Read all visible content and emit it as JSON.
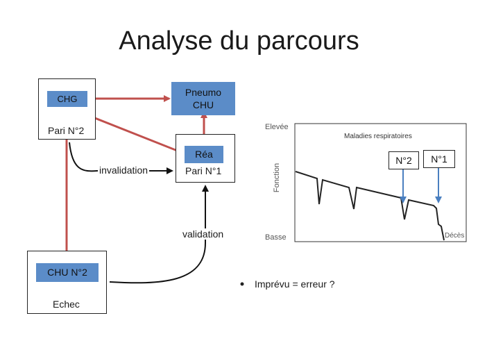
{
  "title": "Analyse du parcours",
  "nodes": {
    "chg": {
      "label": "CHG",
      "caption": "Pari N°2"
    },
    "pneumo": {
      "label_line1": "Pneumo",
      "label_line2": "CHU"
    },
    "rea": {
      "label": "Réa",
      "caption": "Pari N°1"
    },
    "chu2": {
      "label": "CHU N°2",
      "caption": "Echec"
    }
  },
  "edges": {
    "invalidation": "invalidation",
    "validation": "validation"
  },
  "bullet": "Imprévu = erreur ?",
  "inset_chart": {
    "title": "Maladies respiratoires",
    "y_top": "Elevée",
    "y_bottom": "Basse",
    "y_axis": "Fonction",
    "end_label": "Décès",
    "markers": [
      "N°2",
      "N°1"
    ]
  },
  "colors": {
    "blue_box": "#5b8cc8",
    "red_arrow": "#c0504d",
    "blue_arrow": "#4a7fc0"
  }
}
